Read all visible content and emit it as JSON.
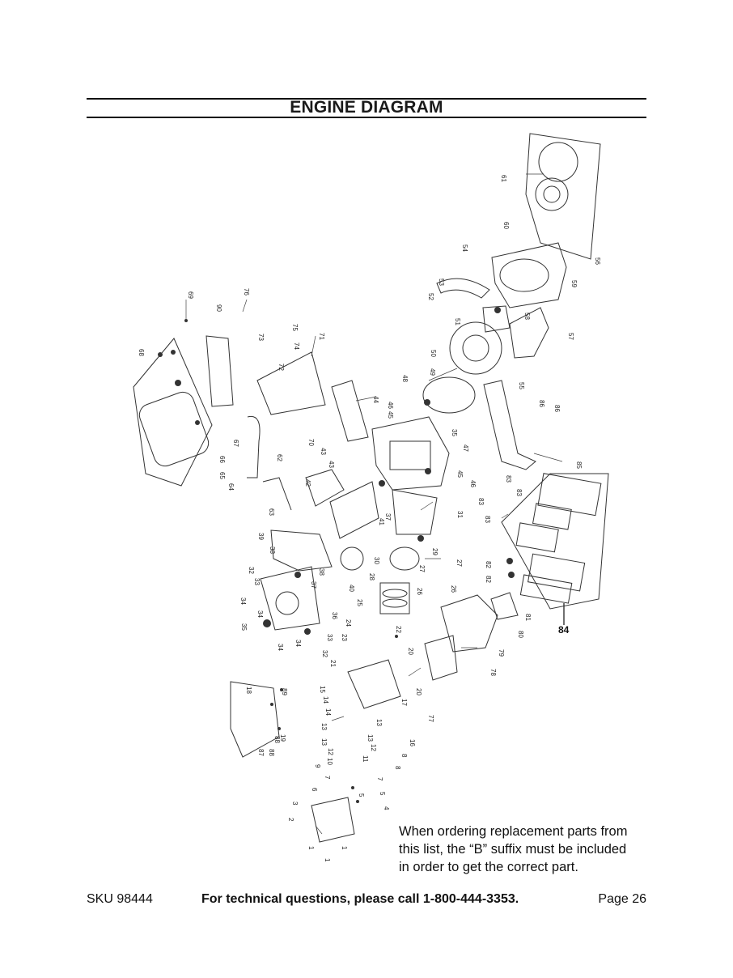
{
  "header": {
    "title": "ENGINE DIAGRAM"
  },
  "diagram": {
    "callouts": [
      "1",
      "2",
      "3",
      "4",
      "5",
      "6",
      "7",
      "8",
      "9",
      "10",
      "11",
      "12",
      "13",
      "14",
      "15",
      "16",
      "17",
      "18",
      "19",
      "20",
      "21",
      "22",
      "23",
      "24",
      "25",
      "26",
      "27",
      "28",
      "29",
      "30",
      "31",
      "32",
      "33",
      "34",
      "35",
      "36",
      "37",
      "38",
      "39",
      "40",
      "41",
      "42",
      "43",
      "44",
      "45",
      "46",
      "47",
      "48",
      "49",
      "50",
      "51",
      "52",
      "53",
      "54",
      "55",
      "56",
      "57",
      "58",
      "59",
      "60",
      "61",
      "62",
      "63",
      "64",
      "65",
      "66",
      "67",
      "68",
      "69",
      "70",
      "71",
      "72",
      "73",
      "74",
      "75",
      "76",
      "77",
      "78",
      "79",
      "80",
      "81",
      "82",
      "83",
      "85",
      "86",
      "87",
      "88",
      "89",
      "90"
    ],
    "bold_callout": "84"
  },
  "note": {
    "lines": [
      "When ordering replacement parts from",
      "this list, the “B” suffix must be included",
      "in order to get the correct part."
    ]
  },
  "footer": {
    "sku": "SKU 98444",
    "tech": "For technical questions, please call 1-800-444-3353.",
    "page": "Page 26"
  }
}
